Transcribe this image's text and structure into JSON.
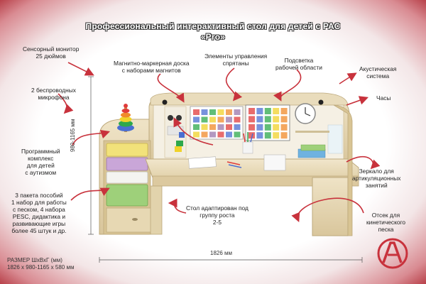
{
  "title": {
    "line1": "Профессиональный интерактивный стол для детей с РАС",
    "line2": "«Pro»"
  },
  "labels": {
    "monitor": [
      "Сенсорный монитор",
      "25 дюймов"
    ],
    "board": [
      "Магнитно-маркерная доска",
      "с наборами магнитов"
    ],
    "controls": [
      "Элементы управления",
      "спрятаны"
    ],
    "light": [
      "Подсветка",
      "рабочей области"
    ],
    "acoustic": [
      "Акустическая",
      "система"
    ],
    "mics": [
      "2 беспроводных",
      "микрофона"
    ],
    "clock": [
      "Часы"
    ],
    "software": [
      "Программный",
      "комплекс",
      "для детей",
      "с аутизмом"
    ],
    "mirror": [
      "Зеркало для",
      "артикуляционных",
      "занятий"
    ],
    "kits": [
      "3 пакета пособий",
      "1 набор для работы",
      "с песком, 4 набора",
      "PESC, дидактика и",
      "развивающие игры",
      "более 45 штук и др."
    ],
    "age": [
      "Стол адаптирован под",
      "группу роста",
      "2-5"
    ],
    "sand": [
      "Отсек для",
      "кинетического",
      "песка"
    ]
  },
  "dimensions": {
    "height_label": "980-1165 мм",
    "width_label": "1826 мм",
    "size_caption": "РАЗМЕР ШхВхГ (мм)",
    "size_values": "1826 х 980-1165  х 580 мм"
  },
  "icon_names": [
    "company-logo-icon",
    "clock-icon",
    "speaker-icon",
    "pyramid-toy-icon",
    "pencil-cup-icon"
  ],
  "colors": {
    "accent": "#c8323c",
    "arrow": "#c8323c",
    "wood": "#e8d9b8",
    "drawer_yellow": "#f2e27a",
    "drawer_purple": "#c9a6d8",
    "drawer_white": "#f4f4f0",
    "drawer_green": "#9ed07a"
  }
}
